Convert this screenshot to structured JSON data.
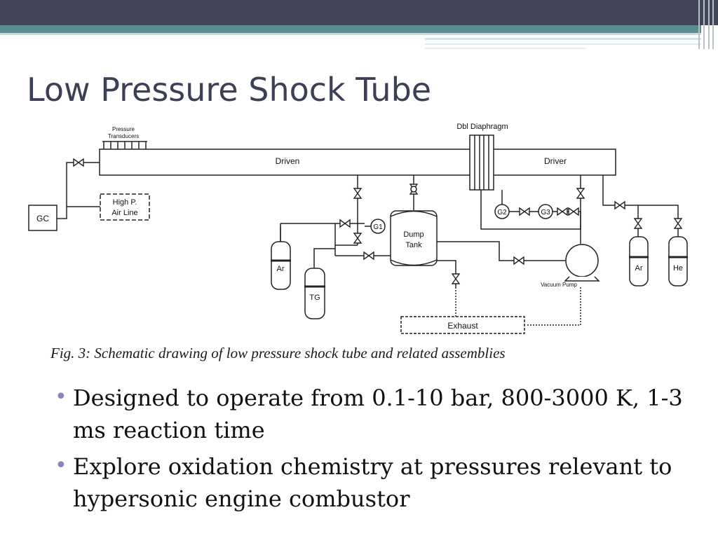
{
  "slide": {
    "title": "Low Pressure Shock Tube",
    "caption": "Fig. 3: Schematic drawing of low pressure shock tube and related assemblies",
    "bullets": [
      "Designed to operate from 0.1-10 bar, 800-3000 K, 1-3 ms reaction time",
      "Explore oxidation chemistry at pressures relevant to hypersonic engine combustor"
    ]
  },
  "diagram": {
    "labels": {
      "pressure_transducers": [
        "Pressure",
        "Transducers"
      ],
      "driven": "Driven",
      "driver": "Driver",
      "dbl_diaphragm": "Dbl Diaphragm",
      "gc": "GC",
      "high_p_air_line": [
        "High P.",
        "Air Line"
      ],
      "g1": "G1",
      "g2": "G2",
      "g3": "G3",
      "dump_tank": [
        "Dump",
        "Tank"
      ],
      "ar_left": "Ar",
      "tg": "TG",
      "ar_right": "Ar",
      "he": "He",
      "vacuum_pump": "Vacuum Pump",
      "exhaust": "Exhaust"
    }
  },
  "colors": {
    "header_dark": "#424459",
    "header_teal": "#5b8a90",
    "title": "#3d3f55",
    "bullet_marker": "#8f7fc0"
  }
}
